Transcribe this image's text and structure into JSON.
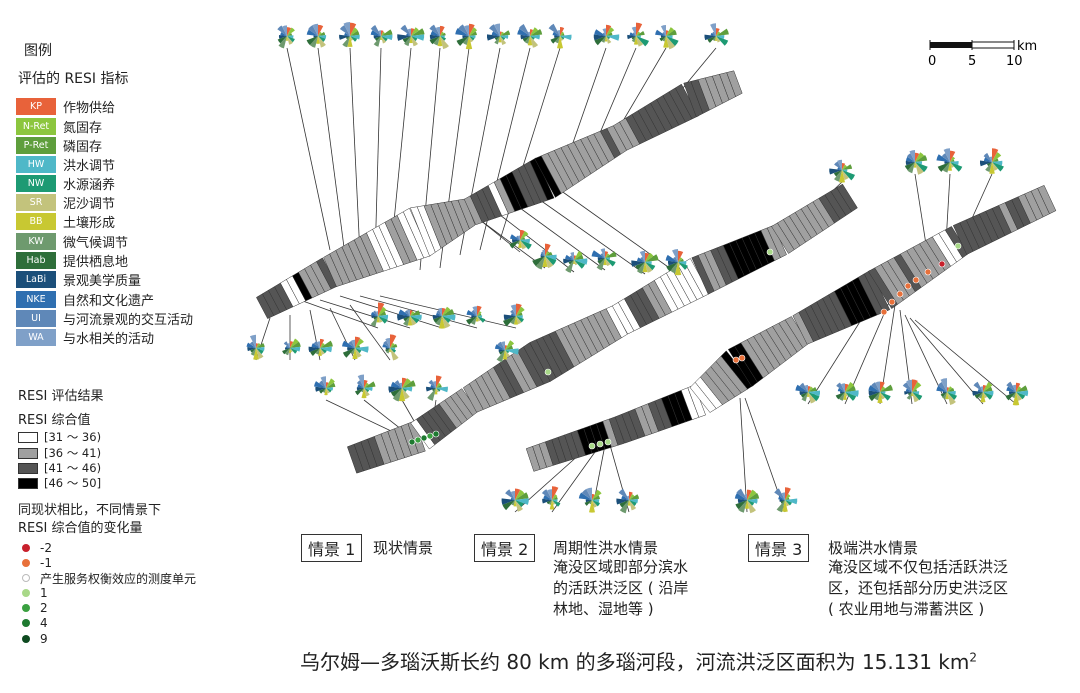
{
  "legend": {
    "title": "图例",
    "subtitle": "评估的 RESI 指标",
    "indicators": [
      {
        "code": "KP",
        "name": "作物供给",
        "color": "#e8623a"
      },
      {
        "code": "N-Ret",
        "name": "氮固存",
        "color": "#8cc63e"
      },
      {
        "code": "P-Ret",
        "name": "磷固存",
        "color": "#5e9e3c"
      },
      {
        "code": "HW",
        "name": "洪水调节",
        "color": "#4fb8c8"
      },
      {
        "code": "NW",
        "name": "水源涵养",
        "color": "#1d9a73"
      },
      {
        "code": "SR",
        "name": "泥沙调节",
        "color": "#c3c37c"
      },
      {
        "code": "BB",
        "name": "土壤形成",
        "color": "#c8c832"
      },
      {
        "code": "KW",
        "name": "微气候调节",
        "color": "#6e9a6e"
      },
      {
        "code": "Hab",
        "name": "提供栖息地",
        "color": "#2e6e3a"
      },
      {
        "code": "LaBi",
        "name": "景观美学质量",
        "color": "#1b4f7a"
      },
      {
        "code": "NKE",
        "name": "自然和文化遗产",
        "color": "#2f6fb0"
      },
      {
        "code": "UI",
        "name": "与河流景观的交互活动",
        "color": "#5f88b8"
      },
      {
        "code": "WA",
        "name": "与水相关的活动",
        "color": "#7fa0c8"
      }
    ]
  },
  "results": {
    "title": "RESI 评估结果",
    "composite_title": "RESI 综合值",
    "classes": [
      {
        "label": "[31 ～ 36)",
        "color": "#ffffff"
      },
      {
        "label": "[36 ～ 41)",
        "color": "#a0a0a0"
      },
      {
        "label": "[41 ～ 46)",
        "color": "#555555"
      },
      {
        "label": "[46 ～ 50]",
        "color": "#000000"
      }
    ],
    "change_title_1": "同现状相比，不同情景下",
    "change_title_2": "RESI 综合值的变化量",
    "changes": [
      {
        "label": "-2",
        "color": "#c8202c"
      },
      {
        "label": "-1",
        "color": "#e8703a"
      },
      {
        "label": "产生服务权衡效应的测度单元",
        "color": "#ffffff"
      },
      {
        "label": "1",
        "color": "#a8d888"
      },
      {
        "label": "2",
        "color": "#3aa040"
      },
      {
        "label": "4",
        "color": "#1e7a30"
      },
      {
        "label": "9",
        "color": "#0e4a20"
      }
    ]
  },
  "scenarios": [
    {
      "box": "情景 1",
      "name": "现状情景",
      "desc": []
    },
    {
      "box": "情景 2",
      "name": "周期性洪水情景",
      "desc": [
        "淹没区域即部分滨水",
        "的活跃洪泛区 ( 沿岸",
        "林地、湿地等 )"
      ]
    },
    {
      "box": "情景 3",
      "name": "极端洪水情景",
      "desc": [
        "淹没区域不仅包括活跃洪泛",
        "区，还包括部分历史洪泛区",
        "( 农业用地与滞蓄洪区 )"
      ]
    }
  ],
  "scalebar": {
    "unit": "km",
    "ticks": [
      "0",
      "5",
      "10"
    ]
  },
  "caption": {
    "text": "乌尔姆—多瑙沃斯长约 80 km 的多瑙河段，河流洪泛区面积为 15.131 km",
    "sup": "2"
  }
}
